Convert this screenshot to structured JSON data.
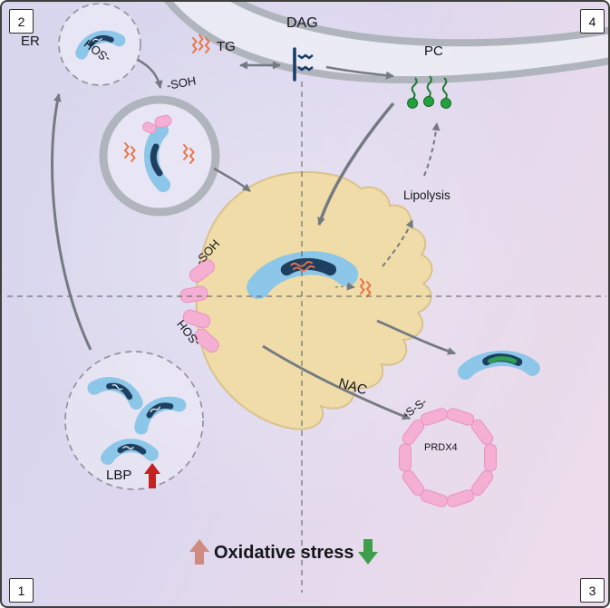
{
  "figure": {
    "corners": {
      "top_left": "2",
      "top_right": "4",
      "bottom_left": "1",
      "bottom_right": "3"
    },
    "labels": {
      "er": "ER",
      "tg": "TG",
      "dag": "DAG",
      "pc": "PC",
      "soh_membrane_left": "-SOH",
      "soh_membrane_right": "-SOH",
      "soh_droplet_top": "-SOH",
      "soh_droplet_bottom": "-SOH",
      "lipolysis": "Lipolysis",
      "nac": "NAC",
      "ss_bridge": "-S-S-",
      "prdx4": "PRDX4",
      "lbp": "LBP",
      "oxidative_stress": "Oxidative stress"
    },
    "icons": {
      "tg_icon": "orange-zigzag-lipids",
      "dag_icon": "dag-lipid-glyph",
      "pc_icon": "green-phospholipids",
      "lbp_change": "red-up-arrow",
      "stress_up": "pink-up-arrow",
      "stress_down": "green-down-arrow"
    },
    "colors": {
      "background_left": "#d7d6ec",
      "background_right": "#eedced",
      "membrane_gray": "#b0b4bc",
      "arrow_gray": "#757a82",
      "droplet_fill": "#efdca8",
      "droplet_stroke": "#d9c28c",
      "protein_blue": "#8cc6e8",
      "protein_navy": "#1e3f60",
      "protein_green": "#2f9e55",
      "prdx_pink": "#f4afd3",
      "lipid_orange": "#e8764a",
      "pc_green": "#21a03c",
      "lbp_red": "#c42121",
      "stress_up_pink": "#d08a80",
      "stress_down_green": "#3f9e4a"
    }
  }
}
